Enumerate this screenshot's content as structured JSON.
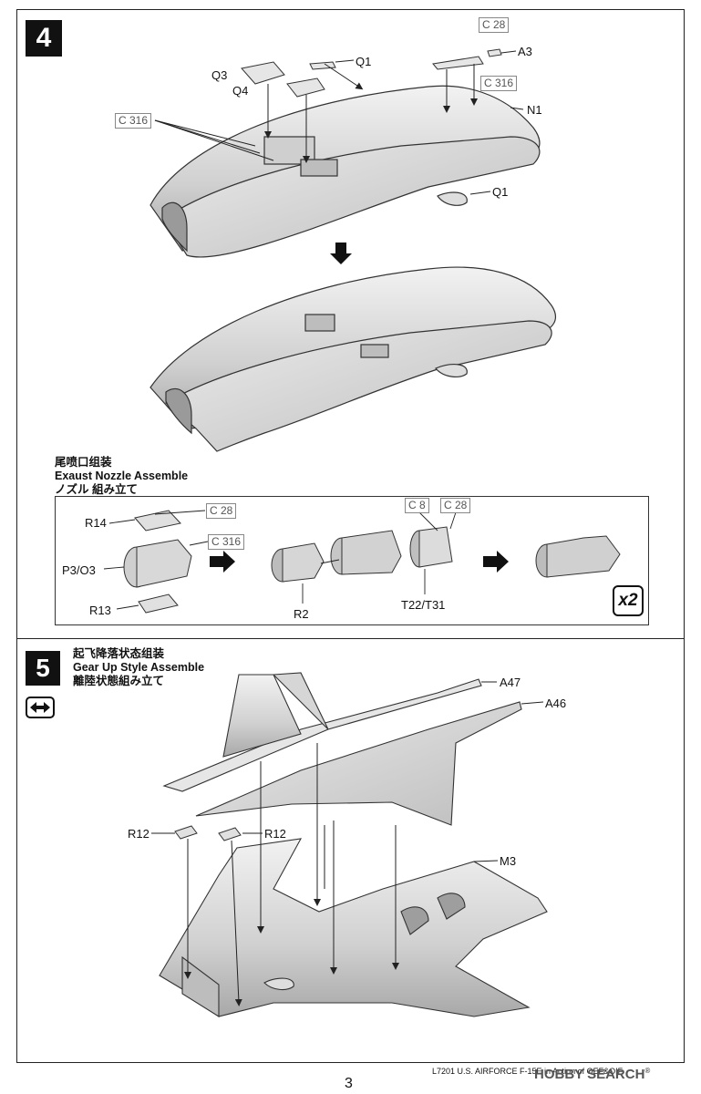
{
  "step4": {
    "number": "4",
    "labels": {
      "q1_top": "Q1",
      "q3": "Q3",
      "q4": "Q4",
      "a3": "A3",
      "n1": "N1",
      "q1_bottom": "Q1",
      "c28_top": "C 28",
      "c316_right": "C 316",
      "c316_left": "C 316"
    }
  },
  "nozzle": {
    "title_cn": "尾喷口组装",
    "title_en": "Exaust Nozzle Assemble",
    "title_jp": "ノズル 組み立て",
    "labels": {
      "r14": "R14",
      "p3o3": "P3/O3",
      "r13": "R13",
      "r2": "R2",
      "t22t31": "T22/T31",
      "c28_a": "C 28",
      "c316": "C 316",
      "c8": "C 8",
      "c28_b": "C 28"
    },
    "quantity": "x2"
  },
  "step5": {
    "number": "5",
    "title_cn": "起飞降落状态组装",
    "title_en": "Gear Up Style Assemble",
    "title_jp": "離陸状態組み立て",
    "labels": {
      "a47": "A47",
      "a46": "A46",
      "r12_left": "R12",
      "r12_right": "R12",
      "m3": "M3"
    }
  },
  "footer": {
    "text": "L7201 U.S. AIRFORCE  F-15E  in  Action  of  OEF&OIF",
    "page": "3",
    "watermark_logo": "HOBBY SEARCH",
    "watermark_reg": "®"
  }
}
